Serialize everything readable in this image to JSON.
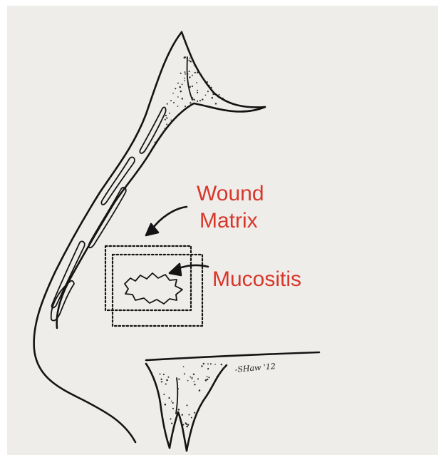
{
  "labels": {
    "wound_line1": "Wound",
    "wound_line2": "Matrix",
    "mucositis": "Mucositis",
    "signature": "-SHaw '12"
  },
  "colors": {
    "paper": "#efedea",
    "ink": "#141414",
    "label": "#d9362a"
  }
}
